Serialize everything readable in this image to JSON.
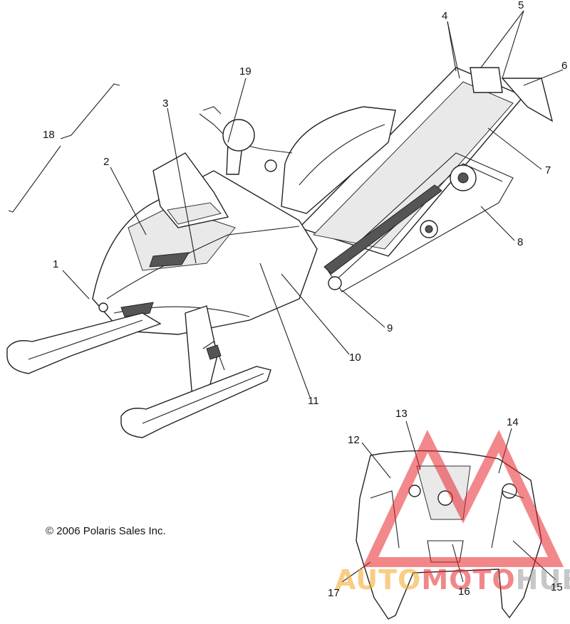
{
  "copyright": "© 2006 Polaris Sales Inc.",
  "callouts": [
    "1",
    "2",
    "3",
    "4",
    "5",
    "6",
    "7",
    "8",
    "9",
    "10",
    "11",
    "12",
    "13",
    "14",
    "15",
    "16",
    "17",
    "18",
    "19"
  ],
  "watermark": {
    "part1": "AUTO",
    "part2": "MOTO",
    "part3": "HUB",
    "color_red": "#e8262b",
    "color_orange": "#f5a623",
    "color_gray": "#9a9a9a"
  }
}
